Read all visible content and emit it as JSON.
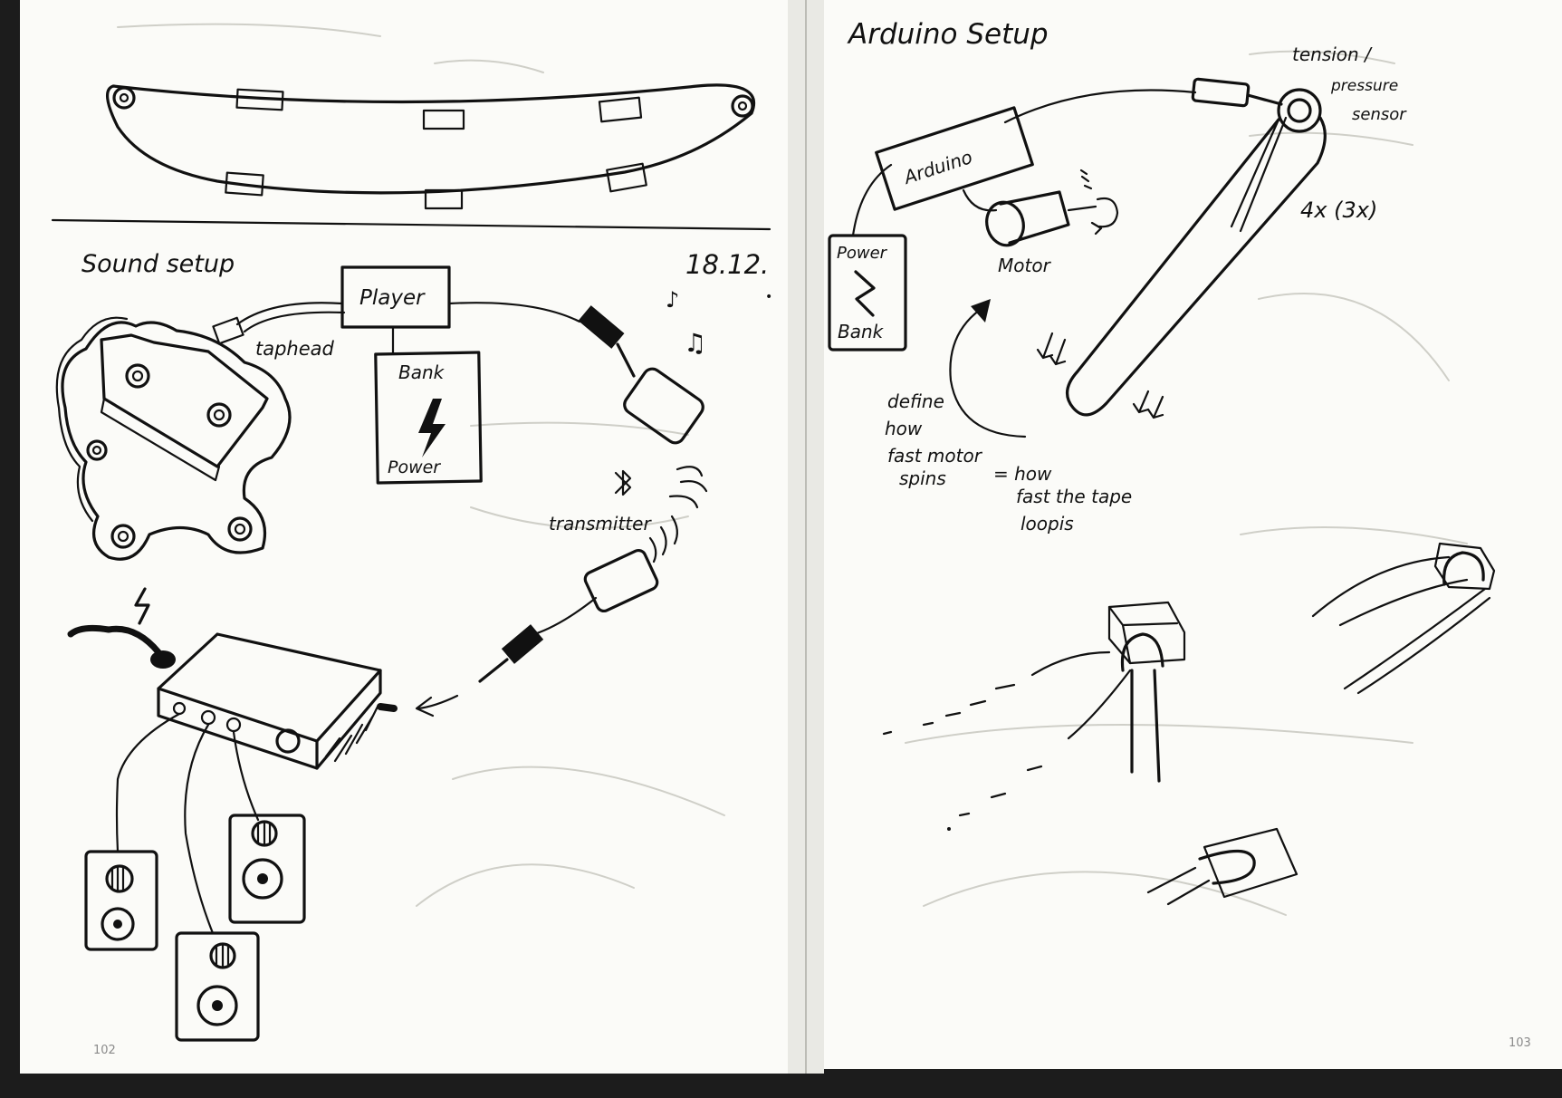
{
  "colors": {
    "paper": "#fbfbf8",
    "ink": "#111111",
    "ghost": "#d6d6cf",
    "binding": "#1c1c1c"
  },
  "left_page": {
    "page_number": "102",
    "sound_setup": {
      "title": "Sound setup",
      "date": "18.12.",
      "labels": {
        "player": "Player",
        "taphead": "taphead",
        "bank": "Bank",
        "power": "Power",
        "transmitter": "transmitter"
      }
    }
  },
  "right_page": {
    "page_number": "103",
    "arduino_setup": {
      "title": "Arduino Setup",
      "labels": {
        "arduino": "Arduino",
        "motor": "Motor",
        "power": "Power",
        "bank": "Bank",
        "tension_1": "tension /",
        "tension_2": "pressure",
        "tension_3": "sensor",
        "multiplier": "4x (3x)"
      },
      "note": {
        "line1": "define",
        "line2": "how",
        "line3": "fast motor",
        "line4": "spins",
        "line5": "= how",
        "line6": "fast the tape",
        "line7": "loopis"
      }
    }
  }
}
